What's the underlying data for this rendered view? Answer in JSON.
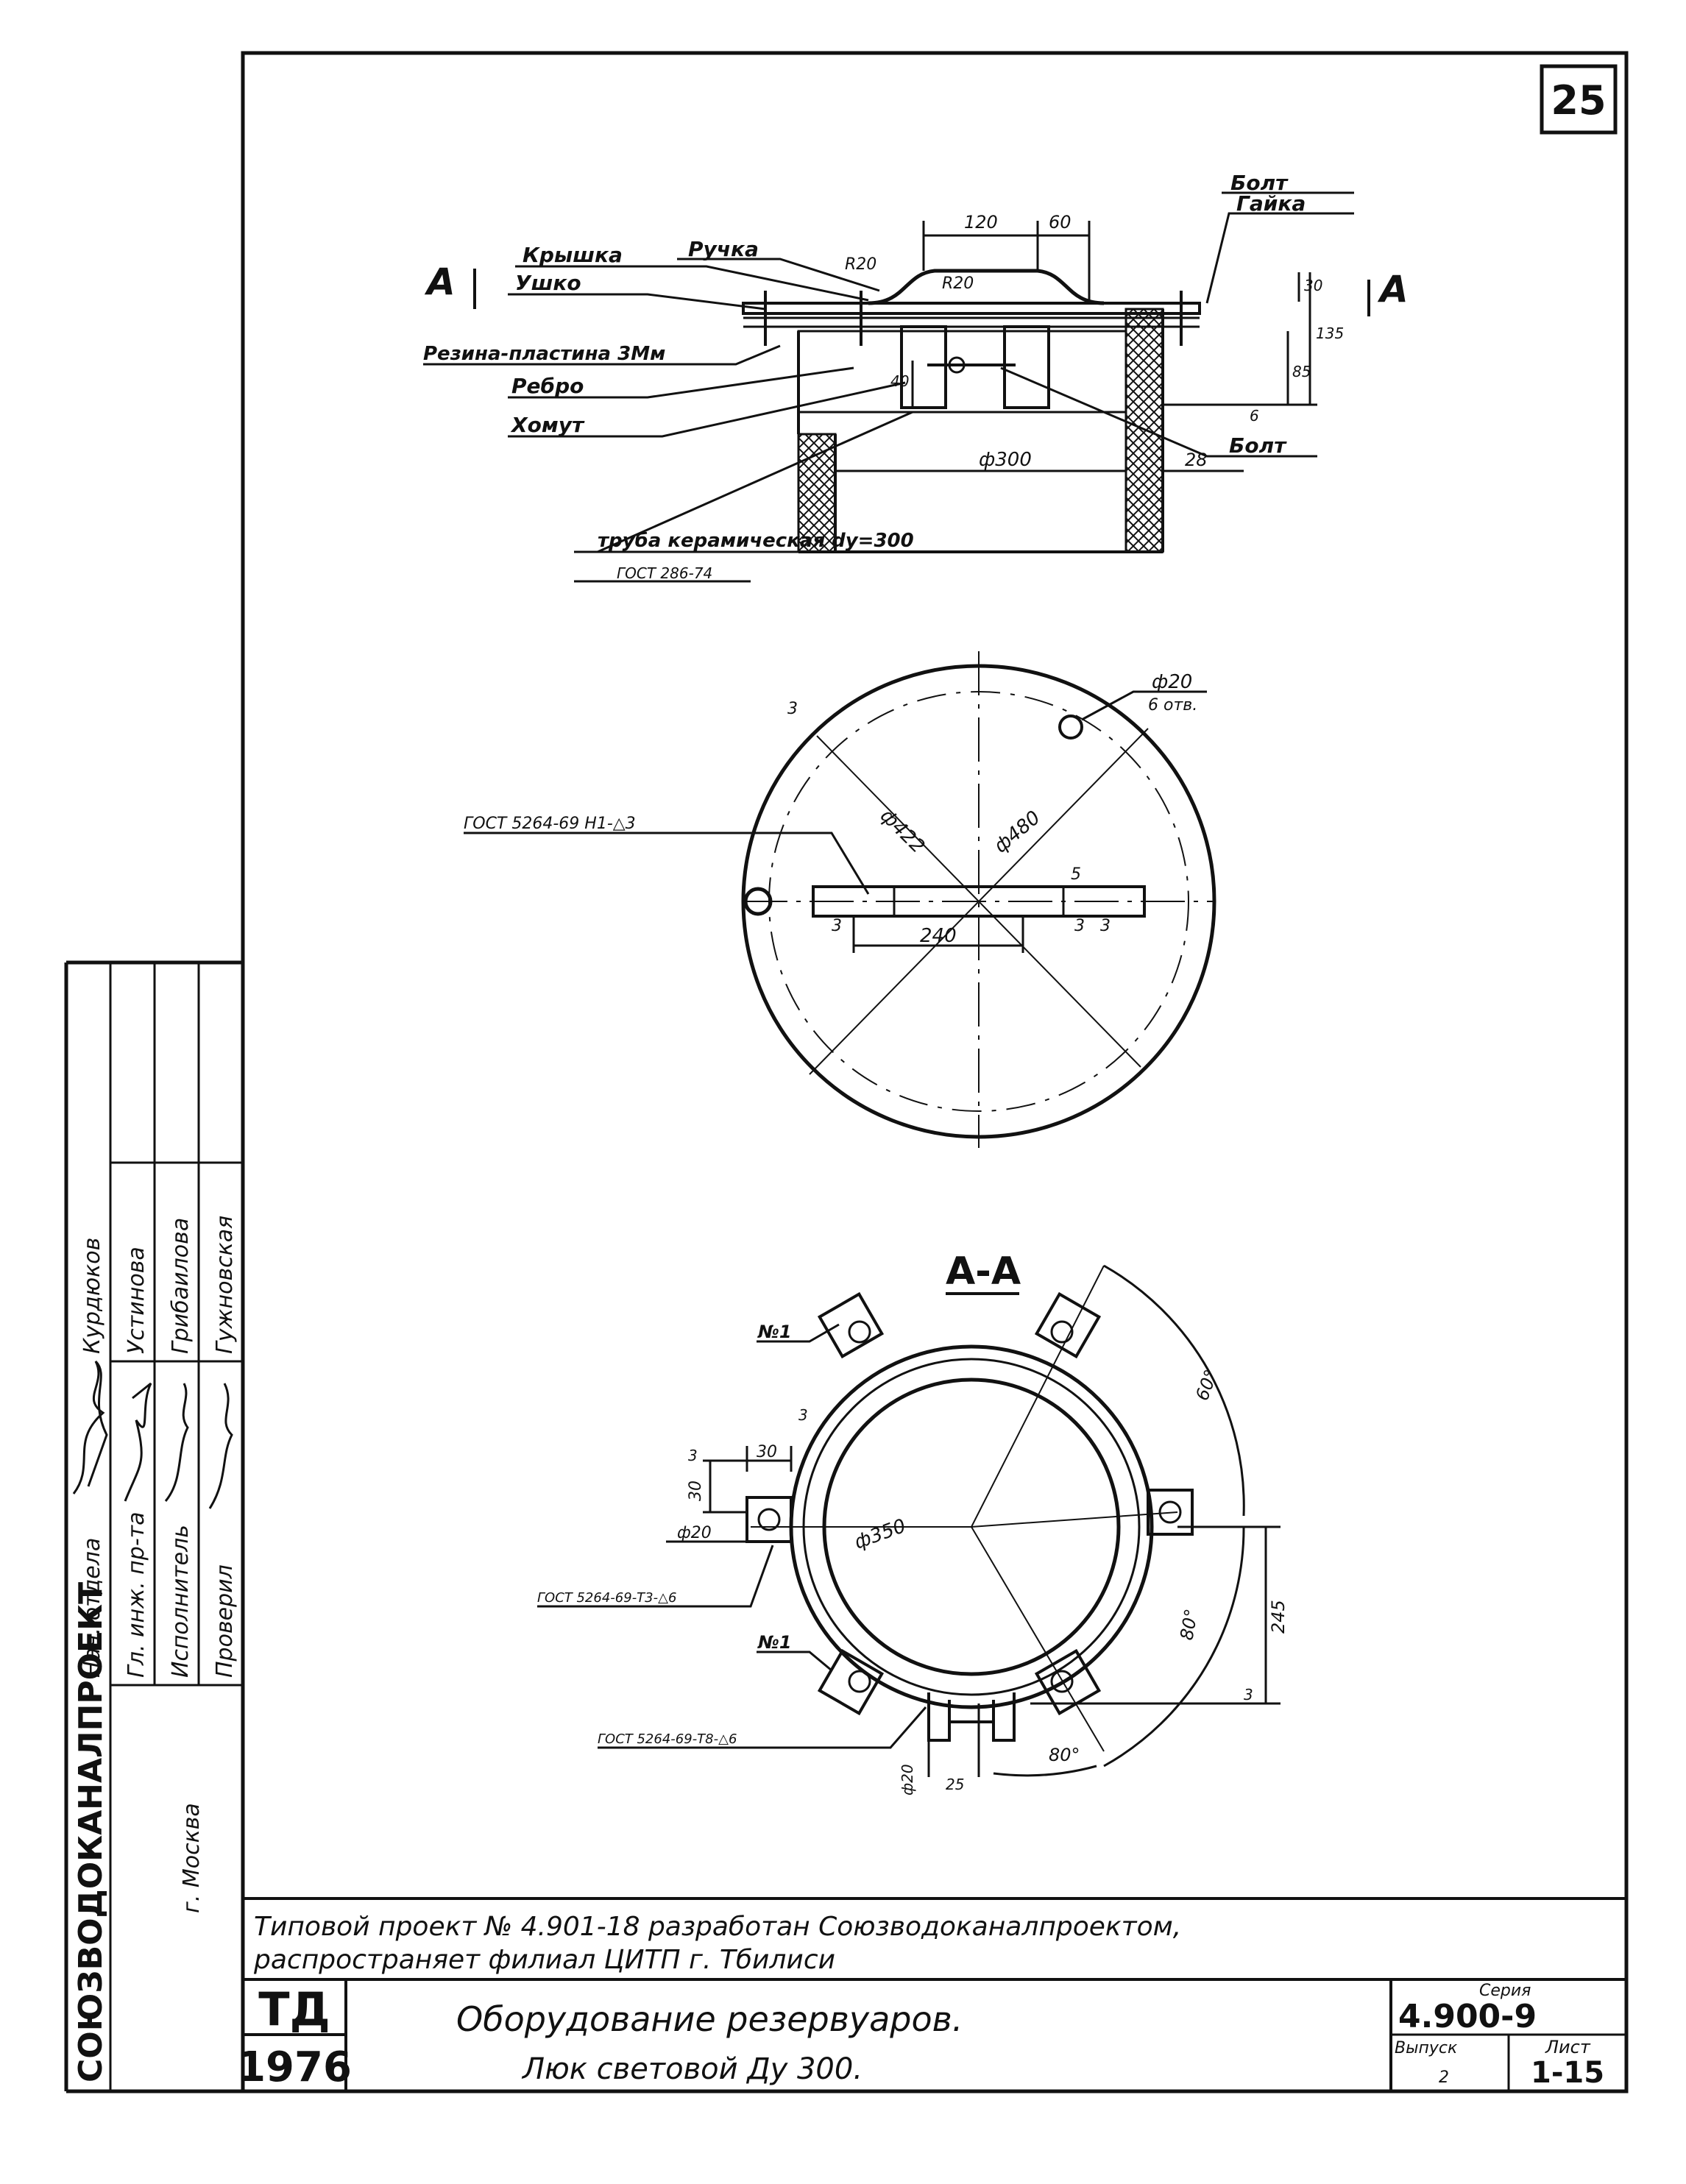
{
  "sheet_number": "25",
  "section_marker": "А",
  "section_title": "А-А",
  "callouts": {
    "bolt_top": "Болт",
    "nut": "Гайка",
    "cover": "Крышка",
    "handle": "Ручка",
    "lug": "Ушко",
    "rubber": "Резина-пластина 3Мм",
    "ribs": "Ребро",
    "clamp": "Хомут",
    "bolt_bottom": "Болт",
    "pipe": "труба керамическая dу=300",
    "pipe_gost": "ГОСТ 286-74",
    "plan_gost": "ГОСТ 5264-69 Н1-△3",
    "sec_gost1": "ГОСТ 5264-69-Т3-△6",
    "sec_gost2": "ГОСТ 5264-69-Т8-△6",
    "n1_top": "№1",
    "n1_bot": "№1"
  },
  "dims": {
    "d120": "120",
    "d60": "60",
    "r20a": "R20",
    "r20b": "R20",
    "d30": "30",
    "d135": "135",
    "d85": "85",
    "d40": "40",
    "d300": "ф300",
    "d28": "28",
    "d422": "ф422",
    "d480": "ф480",
    "d240": "240",
    "hole_d": "ф20",
    "hole_n": "6 отв.",
    "d350": "ф350",
    "a60": "60°",
    "a80a": "80°",
    "a80b": "80°",
    "d245": "245",
    "s30a": "30",
    "s30b": "30",
    "s20": "ф20",
    "s20b": "ф20",
    "s25": "25",
    "w3": "3",
    "w5": "5",
    "w6": "6"
  },
  "signatures": {
    "roles": [
      "Нач. отдела",
      "Гл. инж. пр-та",
      "Исполнитель",
      "Проверил"
    ],
    "names": [
      "Курдюков",
      "Устинова",
      "Грибаилова",
      "Гужновская"
    ],
    "signs": [
      "signature-1",
      "signature-2",
      "signature-3",
      "signature-4"
    ]
  },
  "organization": "СОЮЗВОДОКАНАЛПРОЕКТ",
  "city": "г. Москва",
  "note_line1": "Типовой проект № 4.901-18 разработан Союзводоканалпроектом,",
  "note_line2": "распространяет филиал ЦИТП г. Тбилиси",
  "stamp_td": "ТД",
  "stamp_year": "1976",
  "title_line1": "Оборудование резервуаров.",
  "title_line2": "Люк световой Ду 300.",
  "series_label": "Серия",
  "series_value": "4.900-9",
  "issue_label": "Выпуск",
  "issue_value": "2",
  "sheet_label": "Лист",
  "sheet_value": "1-15"
}
